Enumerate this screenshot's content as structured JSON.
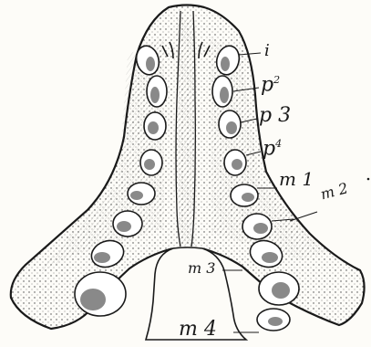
{
  "figure": {
    "labels": {
      "i": "i",
      "p2_main": "p",
      "p2_sup": "2",
      "p3": "p 3",
      "p4_main": "p",
      "p4_sup": "4",
      "m1": "m 1",
      "m2": "m 2",
      "m3": "m 3",
      "m4": "m 4"
    }
  }
}
